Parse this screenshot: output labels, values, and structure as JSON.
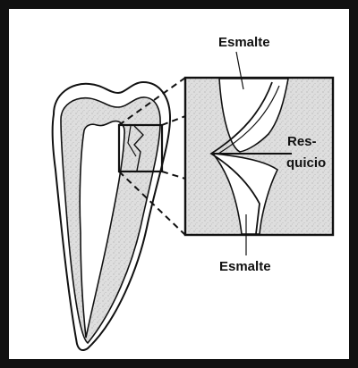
{
  "labels": {
    "top_enamel": "Esmalte",
    "gap_line1": "Res-",
    "gap_line2": "quicio",
    "bottom_enamel": "Esmalte"
  },
  "colors": {
    "frame": "#111111",
    "dentin_fill": "#d9d9d9",
    "background": "#ffffff"
  }
}
